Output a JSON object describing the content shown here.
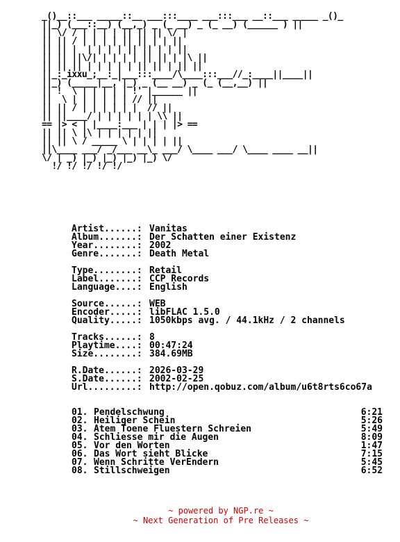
{
  "ascii_art": "_()__::___ _____::__ ___:::____ ___:::___ __::___ _____ _()_\n||_) (___::__) (__,_) _ (_ __) _ (_ __) (______ ) ||\n|| \\/ / | | | | || || || \\/ |\n|| || / | | | | || || | | ||\n|| || |  | | | | || || | | ||\n|| || ||\\/| | | | | || || | |\\ ||\n|| || || | | | | | || || | || ||\n||_:_ixxu_;__:_|___:::____/\\____:::___//_:____||____||\n||_) (_____|__,'|_) _ (__ __) _ (_ (__,__) ||\n|| !  \\ | | | | | !' |______ ||\n||  \\ | | | | | | // ||\n|| || / | | | | | |  // ||\n|| ||____/ | | | | | | \\\\ ||\n== |> < | |____:___ | | | |> ==\n|| || \\ |\\ | | | | | ||\n|| || \\ / _____ \\ | | | | ||\n||\\____ ___/ _/___ __\\_ ___/ \\____ ___/ \\____ ____ __||\n\\/ | _) |_) |_) |_) |_) \\/\n  !/ !/ !/ !/ !/",
  "info": [
    {
      "key": "Artist......:",
      "value": "Vanitas"
    },
    {
      "key": "Album.......:",
      "value": "Der Schatten einer Existenz"
    },
    {
      "key": "Year........:",
      "value": "2002"
    },
    {
      "key": "Genre.......:",
      "value": "Death Metal"
    },
    {
      "key": "Type........:",
      "value": "Retail"
    },
    {
      "key": "Label.......:",
      "value": "CCP Records"
    },
    {
      "key": "Language....:",
      "value": "English"
    },
    {
      "key": "Source......:",
      "value": "WEB"
    },
    {
      "key": "Encoder.....:",
      "value": "libFLAC 1.5.0"
    },
    {
      "key": "Quality.....:",
      "value": "1050kbps avg. / 44.1kHz / 2 channels"
    },
    {
      "key": "Tracks......:",
      "value": "8"
    },
    {
      "key": "Playtime....:",
      "value": "00:47:24"
    },
    {
      "key": "Size........:",
      "value": "384.69MB"
    },
    {
      "key": "R.Date......:",
      "value": "2026-03-29"
    },
    {
      "key": "S.Date......:",
      "value": "2002-02-25"
    },
    {
      "key": "Url.........:",
      "value": "http://open.qobuz.com/album/u6t8rts6co67a"
    }
  ],
  "tracks": [
    {
      "num": "01.",
      "title": "Pendelschwung",
      "time": "6:21"
    },
    {
      "num": "02.",
      "title": "Heiliger Schein",
      "time": "5:26"
    },
    {
      "num": "03.",
      "title": "Atem Toene Fluestern Schreien",
      "time": "5:49"
    },
    {
      "num": "04.",
      "title": "Schliesse mir die Augen",
      "time": "8:09"
    },
    {
      "num": "05.",
      "title": "Vor den Worten",
      "time": "1:47"
    },
    {
      "num": "06.",
      "title": "Das Wort sieht Blicke",
      "time": "7:15"
    },
    {
      "num": "07.",
      "title": "Wenn Schritte VerEndern",
      "time": "5:45"
    },
    {
      "num": "08.",
      "title": "Stillschweigen",
      "time": "6:52"
    }
  ],
  "footer": {
    "line1": "~ powered by NGP.re ~",
    "line2": "~ Next Generation of Pre Releases ~"
  },
  "colors": {
    "text": "#000000",
    "footer": "#cc0000",
    "background": "#ffffff"
  }
}
